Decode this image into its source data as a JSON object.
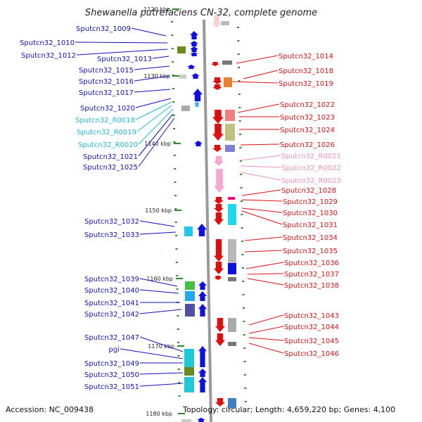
{
  "title": "Shewanella putrefaciens CN-32, complete genome",
  "footer": {
    "accession": "Accession: NC_009438",
    "summary": "Topology: circular; Length: 4,659,220 bp; Genes: 4,100"
  },
  "colors": {
    "backbone": "#999999",
    "left_strand_label": "#1010c0",
    "right_strand_label": "#dd1010",
    "rna_left_label": "#20b8d8",
    "rna_right_label": "#f08cc0",
    "tick": "#2a8a2a"
  },
  "scale": [
    {
      "label": "1120 kbp",
      "kbp": 1120
    },
    {
      "label": "1130 kbp",
      "kbp": 1130
    },
    {
      "label": "1140 kbp",
      "kbp": 1140
    },
    {
      "label": "1150 kbp",
      "kbp": 1150
    },
    {
      "label": "1160 kbp",
      "kbp": 1160
    },
    {
      "label": "1170 kbp",
      "kbp": 1170
    },
    {
      "label": "1180 kbp",
      "kbp": 1180
    }
  ],
  "left_genes": [
    {
      "name": "Sputcn32_1009",
      "type": "gene"
    },
    {
      "name": "Sputcn32_1010",
      "type": "gene"
    },
    {
      "name": "Sputcn32_1012",
      "type": "gene"
    },
    {
      "name": "Sputcn32_1013",
      "type": "gene"
    },
    {
      "name": "Sputcn32_1015",
      "type": "gene"
    },
    {
      "name": "Sputcn32_1016",
      "type": "gene"
    },
    {
      "name": "Sputcn32_1017",
      "type": "gene"
    },
    {
      "name": "Sputcn32_1020",
      "type": "gene"
    },
    {
      "name": "Sputcn32_R0018",
      "type": "rna"
    },
    {
      "name": "Sputcn32_R0019",
      "type": "rna"
    },
    {
      "name": "Sputcn32_R0020",
      "type": "rna"
    },
    {
      "name": "Sputcn32_1021",
      "type": "gene"
    },
    {
      "name": "Sputcn32_1025",
      "type": "gene"
    },
    {
      "name": "Sputcn32_1032",
      "type": "gene"
    },
    {
      "name": "Sputcn32_1033",
      "type": "gene"
    },
    {
      "name": "Sputcn32_1039",
      "type": "gene"
    },
    {
      "name": "Sputcn32_1040",
      "type": "gene"
    },
    {
      "name": "Sputcn32_1041",
      "type": "gene"
    },
    {
      "name": "Sputcn32_1042",
      "type": "gene"
    },
    {
      "name": "Sputcn32_1047",
      "type": "gene"
    },
    {
      "name": "pgi",
      "type": "gene"
    },
    {
      "name": "Sputcn32_1049",
      "type": "gene"
    },
    {
      "name": "Sputcn32_1050",
      "type": "gene"
    },
    {
      "name": "Sputcn32_1051",
      "type": "gene"
    }
  ],
  "right_genes": [
    {
      "name": "Sputcn32_1014",
      "type": "gene"
    },
    {
      "name": "Sputcn32_1018",
      "type": "gene"
    },
    {
      "name": "Sputcn32_1019",
      "type": "gene"
    },
    {
      "name": "Sputcn32_1022",
      "type": "gene"
    },
    {
      "name": "Sputcn32_1023",
      "type": "gene"
    },
    {
      "name": "Sputcn32_1024",
      "type": "gene"
    },
    {
      "name": "Sputcn32_1026",
      "type": "gene"
    },
    {
      "name": "Sputcn32_R0021",
      "type": "rna"
    },
    {
      "name": "Sputcn32_R0022",
      "type": "rna"
    },
    {
      "name": "Sputcn32_R0023",
      "type": "rna"
    },
    {
      "name": "Sputcn32_1028",
      "type": "gene"
    },
    {
      "name": "Sputcn32_1029",
      "type": "gene"
    },
    {
      "name": "Sputcn32_1030",
      "type": "gene"
    },
    {
      "name": "Sputcn32_1031",
      "type": "gene"
    },
    {
      "name": "Sputcn32_1034",
      "type": "gene"
    },
    {
      "name": "Sputcn32_1035",
      "type": "gene"
    },
    {
      "name": "Sputcn32_1036",
      "type": "gene"
    },
    {
      "name": "Sputcn32_1037",
      "type": "gene"
    },
    {
      "name": "Sputcn32_1038",
      "type": "gene"
    },
    {
      "name": "Sputcn32_1043",
      "type": "gene"
    },
    {
      "name": "Sputcn32_1044",
      "type": "gene"
    },
    {
      "name": "Sputcn32_1045",
      "type": "gene"
    },
    {
      "name": "Sputcn32_1046",
      "type": "gene"
    }
  ]
}
